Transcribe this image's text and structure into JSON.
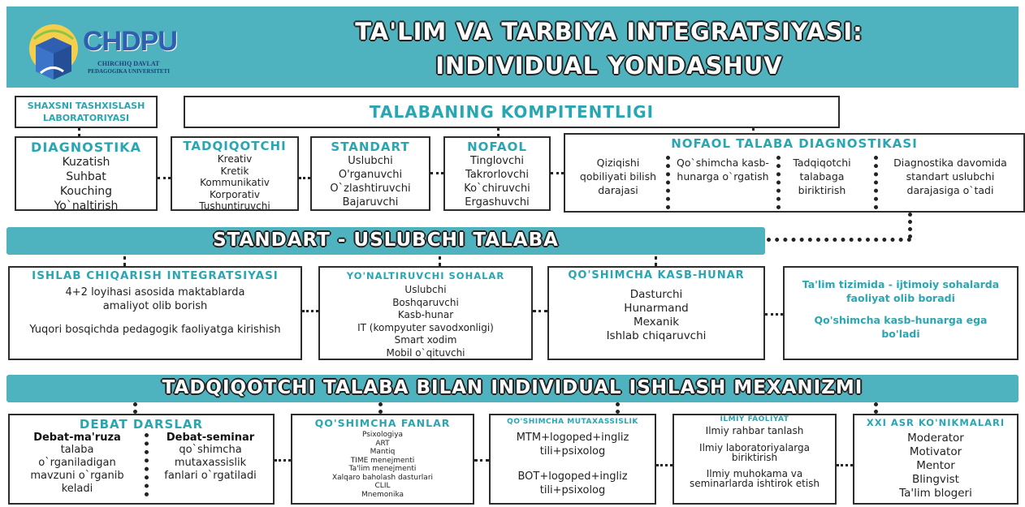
{
  "header": {
    "logo_text": "CHDPU",
    "logo_sub1": "CHIRCHIQ DAVLAT",
    "logo_sub2": "PEDAGOGIKA UNIVERSITETI",
    "title_line1": "TA'LIM VA TARBIYA INTEGRATSIYASI:",
    "title_line2": "INDIVIDUAL YONDASHUV"
  },
  "row1": {
    "lab_title": "SHAXSNI TASHXISLASH LABORATORIYASI",
    "kompetent_title": "TALABANING KOMPITENTLIGI"
  },
  "row2": {
    "diagnostika": {
      "title": "DIAGNOSTIKA",
      "items": [
        "Kuzatish",
        "Suhbat",
        "Kouching",
        "Yo`naltirish"
      ]
    },
    "tadqiqotchi": {
      "title": "TADQIQOTCHI",
      "items": [
        "Kreativ",
        "Kretik",
        "Kommunikativ",
        "Korporativ",
        "Tushuntiruvchi"
      ]
    },
    "standart": {
      "title": "STANDART",
      "items": [
        "Uslubchi",
        "O'rganuvchi",
        "O`zlashtiruvchi",
        "Bajaruvchi"
      ]
    },
    "nofaol": {
      "title": "NOFAOL",
      "items": [
        "Tinglovchi",
        "Takrorlovchi",
        "Ko`chiruvchi",
        "Ergashuvchi"
      ]
    },
    "nofaol_diag": {
      "title": "NOFAOL TALABA DIAGNOSTIKASI",
      "col1": "Qiziqishi qobiliyati bilish darajasi",
      "col2": "Qo`shimcha kasb-hunarga o`rgatish",
      "col3": "Tadqiqotchi talabaga biriktirish",
      "col4": "Diagnostika davomida standart uslubchi darajasiga o`tadi"
    }
  },
  "banner2": "STANDART - USLUBCHI TALABA",
  "row3": {
    "ishlab": {
      "title": "ISHLAB CHIQARISH INTEGRATSIYASI",
      "p1": "4+2 loyihasi asosida maktablarda amaliyot olib borish",
      "p2": "Yuqori bosqichda pedagogik faoliyatga kirishish"
    },
    "yonaltiruvchi": {
      "title": "YO'NALTIRUVCHI SOHALAR",
      "items": [
        "Uslubchi",
        "Boshqaruvchi",
        "Kasb-hunar",
        "IT (kompyuter savodxonligi)",
        "Smart xodim",
        "Mobil o`qituvchi"
      ]
    },
    "qoshimcha_kasb": {
      "title": "QO'SHIMCHA KASB-HUNAR",
      "items": [
        "Dasturchi",
        "Hunarmand",
        "Mexanik",
        "Ishlab chiqaruvchi"
      ]
    },
    "talim": {
      "p1": "Ta'lim tizimida - ijtimoiy sohalarda faoliyat olib boradi",
      "p2": "Qo'shimcha kasb-hunarga ega bo'ladi"
    }
  },
  "banner3": "TADQIQOTCHI TALABA BILAN INDIVIDUAL ISHLASH MEXANIZMI",
  "row4": {
    "debat": {
      "title": "DEBAT DARSLAR",
      "left_title": "Debat-ma'ruza",
      "left_items": [
        "talaba",
        "o`rganiladigan",
        "mavzuni o`rganib",
        "keladi"
      ],
      "right_title": "Debat-seminar",
      "right_items": [
        "qo`shimcha",
        "mutaxassislik",
        "fanlari o`rgatiladi"
      ]
    },
    "fanlar": {
      "title": "QO'SHIMCHA FANLAR",
      "items": [
        "Psixologiya",
        "ART",
        "Mantiq",
        "TIME menejmenti",
        "Ta'lim menejmenti",
        "Xalqaro baholash dasturlari",
        "CLIL",
        "Mnemonika"
      ]
    },
    "mutaxassislik": {
      "title": "QO'SHIMCHA MUTAXASSISLIK",
      "p1": "MTM+logoped+ingliz tili+psixolog",
      "p2": "BOT+logoped+ingliz tili+psixolog"
    },
    "ilmiy": {
      "title": "ILMIY FAOLIYAT",
      "p1": "Ilmiy rahbar tanlash",
      "p2": "Ilmiy laboratoriyalarga biriktirish",
      "p3": "Ilmiy muhokama va seminarlarda ishtirok etish"
    },
    "xxi": {
      "title": "XXI ASR KO'NIKMALARI",
      "items": [
        "Moderator",
        "Motivator",
        "Mentor",
        "Blingvist",
        "Ta'lim blogeri"
      ]
    }
  },
  "colors": {
    "teal": "#4fb3bf",
    "heading": "#2aa6b2",
    "logo_blue": "#2f5fb0"
  }
}
